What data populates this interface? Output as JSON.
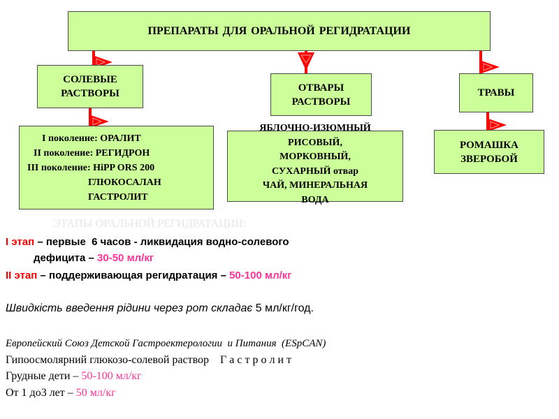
{
  "title": "ПРЕПАРАТЫ  ДЛЯ  ОРАЛЬНОЙ  РЕГИДРАТАЦИИ",
  "categories": {
    "salt": [
      "СОЛЕВЫЕ",
      "РАСТВОРЫ"
    ],
    "decoctions": [
      "ОТВАРЫ",
      "РАСТВОРЫ"
    ],
    "herbs": "ТРАВЫ"
  },
  "salt_details": [
    "I поколение: ОРАЛИТ",
    "II поколение: РЕГИДРОН",
    "III поколение: HiPP ORS 200",
    "ГЛЮКОСАЛАН",
    "ГАСТРОЛИТ"
  ],
  "decoction_details": [
    "ЯБЛОЧНО-ИЗЮМНЫЙ",
    "РИСОВЫЙ,",
    "МОРКОВНЫЙ,",
    "СУХАРНЫЙ отвар",
    "ЧАЙ, МИНЕРАЛЬНАЯ",
    "ВОДА"
  ],
  "herb_details": [
    "РОМАШКА",
    "ЗВЕРОБОЙ"
  ],
  "stages": {
    "heading": "ЭТАПЫ ОРАЛЬНОЙ РЕГИДРАТАЦИИ:",
    "stage1_label": "I этап",
    "stage1_text": " – первые  6 часов - ликвидация водно-солевого",
    "stage1_text2": "дефицита – ",
    "stage1_value": "30-50 мл/кг",
    "stage2_label": "II этап",
    "stage2_text": " – поддерживающая регидратация – ",
    "stage2_value": "50-100 мл/кг"
  },
  "speed_note": {
    "text": "Швидкість введення рідини через рот складає ",
    "value": "5 мл/кг/год."
  },
  "espcan": {
    "org": "Европейский Союз Детской Гастроектерологии  и Питания  (ESpCAN)",
    "solution_text": "Гипоосмолярний глюкозо-солевой раствор    ",
    "solution_name": "Г а с т р о л и т",
    "infants_label": "Грудные дети – ",
    "infants_value": "50-100 мл/кг",
    "toddlers_label": "От 1 до3 лет – ",
    "toddlers_value": "50 мл/кг"
  },
  "colors": {
    "box_fill": "#ccff99",
    "accent": "#ff0000",
    "value_pink": "#ff3399"
  }
}
